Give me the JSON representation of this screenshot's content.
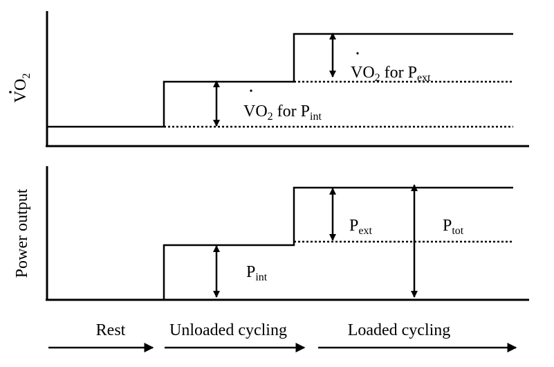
{
  "top_panel": {
    "ylabel": {
      "base": "VO",
      "sub": "2"
    },
    "annotations": {
      "vo2_pint": {
        "base": "VO",
        "sub": "2",
        "mid": " for P",
        "sub2": "int"
      },
      "vo2_pext": {
        "base": "VO",
        "sub": "2",
        "mid": " for P",
        "sub2": "ext"
      }
    }
  },
  "bottom_panel": {
    "ylabel": "Power output",
    "annotations": {
      "pint": {
        "base": "P",
        "sub": "int"
      },
      "pext": {
        "base": "P",
        "sub": "ext"
      },
      "ptot": {
        "base": "P",
        "sub": "tot"
      }
    }
  },
  "phases": [
    "Rest",
    "Unloaded cycling",
    "Loaded cycling"
  ],
  "colors": {
    "ink": "#000000",
    "background": "#ffffff"
  }
}
